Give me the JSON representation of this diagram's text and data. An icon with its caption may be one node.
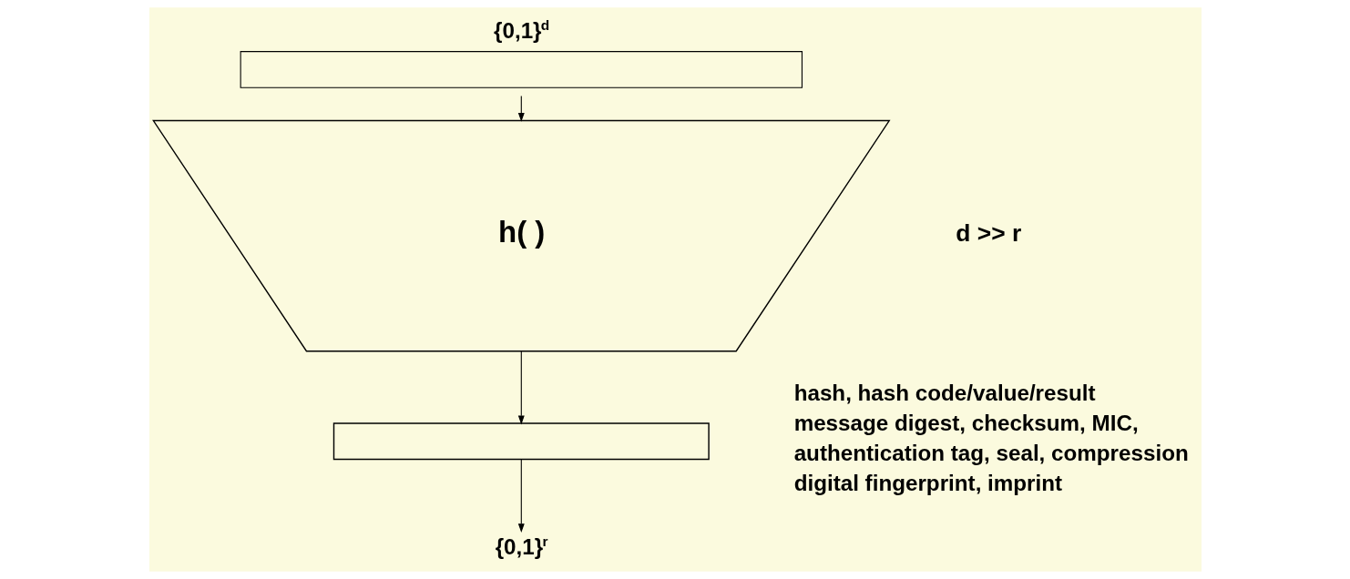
{
  "diagram": {
    "nodes": [
      {
        "text": [
          "{0,1}$^{d}$"
        ]
      },
      {
        "text": [
          "h( )"
        ]
      },
      {
        "text": [],
        "shape": "box"
      },
      {
        "text": [
          "{0,1}$^{r}$"
        ]
      }
    ],
    "edges": [
      {
        "from": 0,
        "to": 1,
        "arrow": "to"
      },
      {
        "from": 1,
        "to": 2,
        "arrow": "to"
      },
      {
        "from": 2,
        "to": 3,
        "arrow": "to"
      }
    ],
    "labels": [
      "d >> r",
      "hash, hash code/value/result",
      "message digest, checksum, MIC,",
      "authentication tag, seal, compression",
      "digital fingerprint, imprint"
    ]
  }
}
